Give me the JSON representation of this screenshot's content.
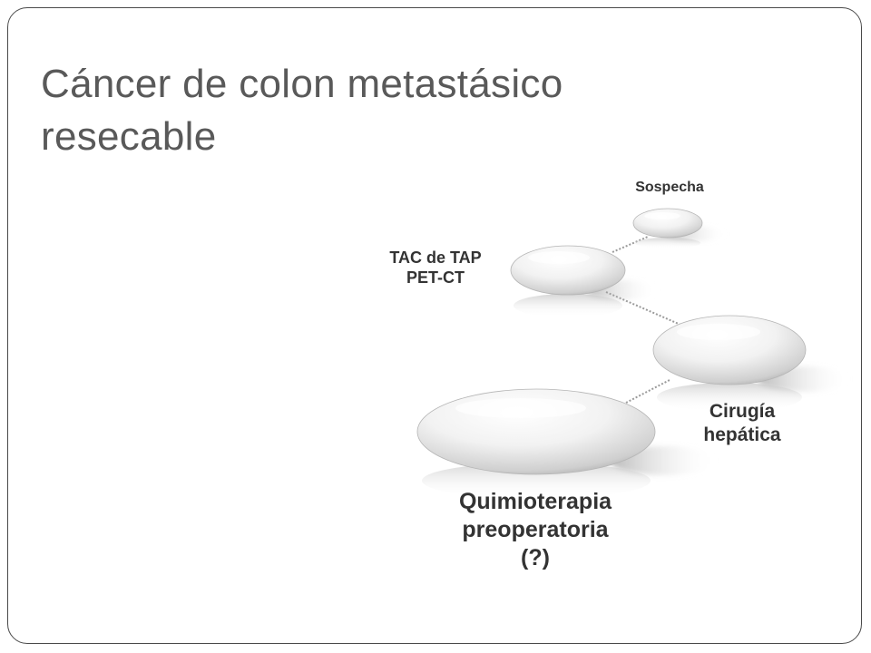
{
  "slide": {
    "title_lines": [
      "Cáncer de colon metastásico",
      "resecable"
    ]
  },
  "diagram": {
    "nodes": [
      {
        "id": "sospecha",
        "lines": [
          "Sospecha"
        ]
      },
      {
        "id": "tac",
        "lines": [
          "TAC de TAP",
          "PET-CT"
        ]
      },
      {
        "id": "cirugia",
        "lines": [
          "Cirugía",
          "hepática"
        ]
      },
      {
        "id": "quimio",
        "lines": [
          "Quimioterapia",
          "preoperatoria",
          "(?)"
        ]
      }
    ],
    "connectors": [
      {
        "from": "sospecha",
        "to": "tac"
      },
      {
        "from": "tac",
        "to": "cirugia"
      },
      {
        "from": "cirugia",
        "to": "quimio"
      }
    ]
  },
  "colors": {
    "title": "#595959",
    "label": "#333333",
    "border": "#4a4a4a",
    "pebble_light": "#ffffff",
    "pebble_dark": "#9a9a9a"
  }
}
